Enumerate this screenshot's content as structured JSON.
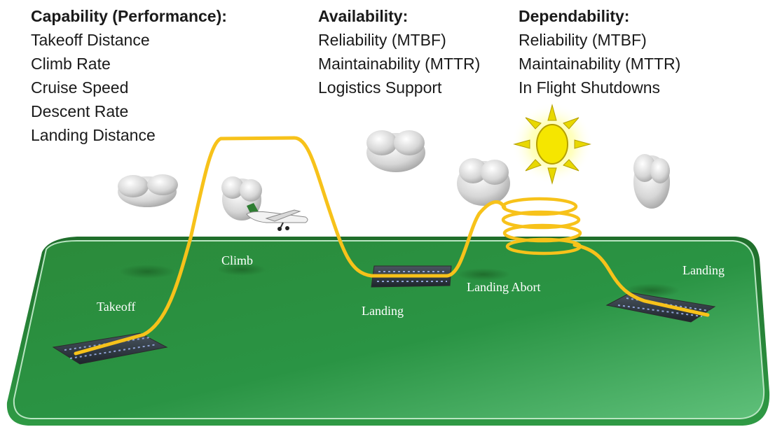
{
  "columns": [
    {
      "heading": "Capability (Performance):",
      "items": [
        "Takeoff Distance",
        "Climb Rate",
        "Cruise Speed",
        "Descent Rate",
        "Landing Distance"
      ]
    },
    {
      "heading": "Availability:",
      "items": [
        "Reliability (MTBF)",
        "Maintainability (MTTR)",
        "Logistics Support"
      ]
    },
    {
      "heading": "Dependability:",
      "items": [
        "Reliability (MTBF)",
        "Maintainability (MTTR)",
        "In Flight Shutdowns"
      ]
    }
  ],
  "phase_labels": {
    "takeoff": "Takeoff",
    "climb": "Climb",
    "landing_1": "Landing",
    "landing_abort": "Landing Abort",
    "landing_2": "Landing"
  },
  "colors": {
    "ground": "#2e8b3c",
    "flight_path": "#f7c21a",
    "sun": "#f5e600",
    "cloud": "#d9d9d9"
  }
}
